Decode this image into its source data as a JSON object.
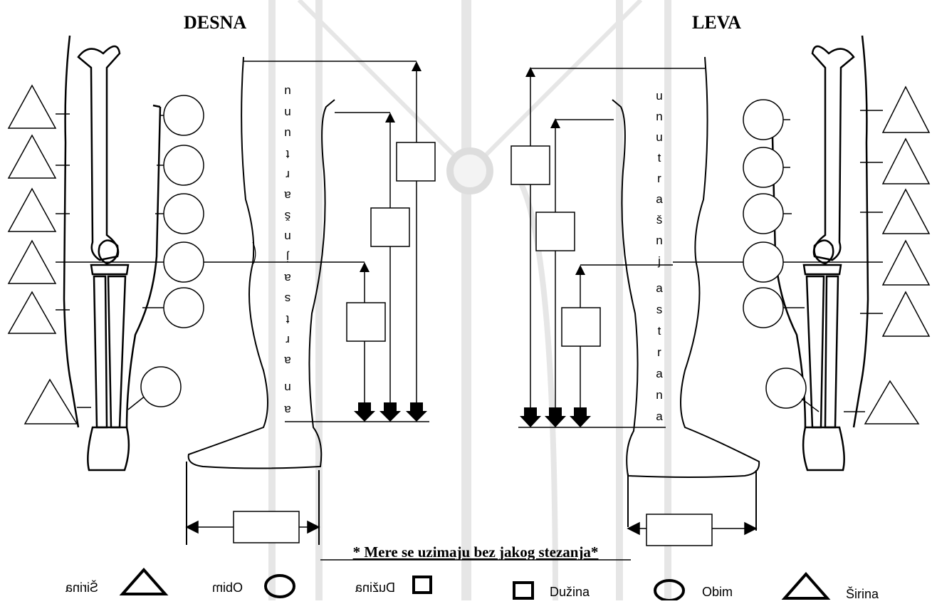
{
  "labels": {
    "right_side": "DESNA",
    "left_side": "LEVA",
    "note": "* Mere se uzimaju bez jakog stezanja*"
  },
  "vertical_text": {
    "right_leg_letters": [
      "u",
      "n",
      "u",
      "t",
      "r",
      "a",
      "š",
      "n",
      "j",
      "a",
      "s",
      "t",
      "r",
      "a",
      "n",
      "a"
    ],
    "left_leg_letters": [
      "u",
      "n",
      "u",
      "t",
      "r",
      "a",
      "š",
      "n",
      "j",
      "a",
      "s",
      "t",
      "r",
      "a",
      "n",
      "a"
    ]
  },
  "legend": {
    "mirrored": {
      "width": "Širina",
      "circumference": "Obim",
      "length": "Dužina"
    },
    "normal": {
      "length": "Dužina",
      "circumference": "Obim",
      "width": "Širina"
    }
  },
  "colors": {
    "ink": "#000000",
    "faint": "#d9d9d9"
  }
}
